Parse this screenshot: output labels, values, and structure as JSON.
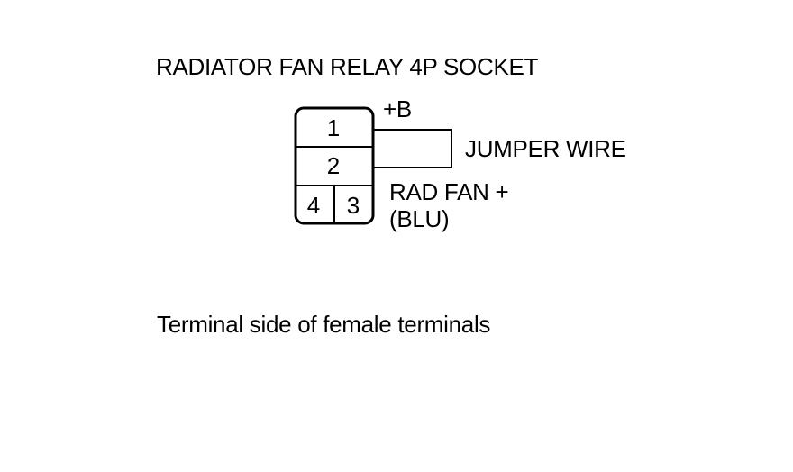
{
  "title": "RADIATOR FAN RELAY 4P SOCKET",
  "labels": {
    "plus_b": "+B",
    "jumper_wire": "JUMPER WIRE",
    "rad_fan_line1": "RAD FAN +",
    "rad_fan_line2": "(BLU)"
  },
  "socket": {
    "pins": [
      "1",
      "2",
      "4",
      "3"
    ]
  },
  "caption": "Terminal side of female terminals",
  "colors": {
    "line": "#000000",
    "background": "#ffffff"
  }
}
